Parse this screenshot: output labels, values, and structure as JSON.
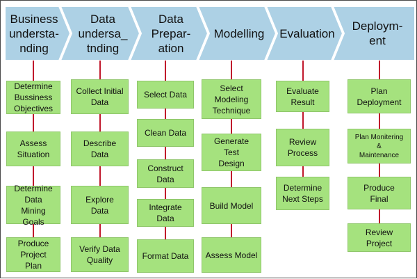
{
  "colors": {
    "chevron_fill": "#add1e5",
    "task_fill": "#a5e27e",
    "connector": "#c0182c",
    "text": "#111111"
  },
  "phases": [
    {
      "title": [
        "Business",
        "understa-",
        "nding"
      ],
      "tasks": [
        [
          "Determine",
          "Bussiness",
          "Objectives"
        ],
        [
          "Assess",
          "Situation"
        ],
        [
          "Determine",
          "Data",
          "Mining Goals"
        ],
        [
          "Produce",
          "Project",
          "Plan"
        ]
      ]
    },
    {
      "title": [
        "Data",
        "undersa_",
        "tnding"
      ],
      "tasks": [
        [
          "Collect Initial",
          "Data"
        ],
        [
          "Describe",
          "Data"
        ],
        [
          "Explore",
          "Data"
        ],
        [
          "Verify Data",
          "Quality"
        ]
      ]
    },
    {
      "title": [
        "Data",
        "Prepar-",
        "ation"
      ],
      "tasks": [
        [
          "Select Data"
        ],
        [
          "Clean Data"
        ],
        [
          "Construct",
          "Data"
        ],
        [
          "Integrate",
          "Data"
        ],
        [
          "Format Data"
        ]
      ]
    },
    {
      "title": [
        "Modelling"
      ],
      "tasks": [
        [
          "Select",
          "Modeling",
          "Technique"
        ],
        [
          "Generate",
          "Test",
          "Design"
        ],
        [
          "Build Model"
        ],
        [
          "Assess Model"
        ]
      ]
    },
    {
      "title": [
        "Evaluation"
      ],
      "tasks": [
        [
          "Evaluate",
          "Result"
        ],
        [
          "Review",
          "Process"
        ],
        [
          "Determine",
          "Next Steps"
        ]
      ]
    },
    {
      "title": [
        "Deploym-",
        "ent"
      ],
      "tasks": [
        [
          "Plan",
          "Deployment"
        ],
        [
          "Plan Monitering",
          "&",
          "Maintenance"
        ],
        [
          "Produce",
          "Final"
        ],
        [
          "Review",
          "Project"
        ]
      ]
    }
  ]
}
